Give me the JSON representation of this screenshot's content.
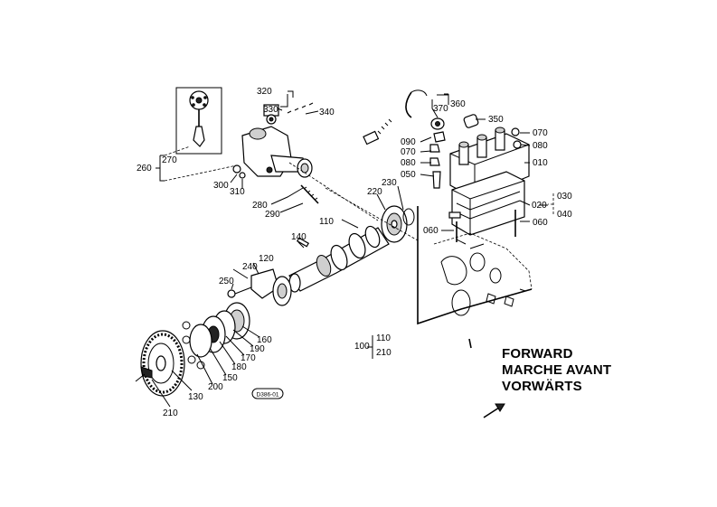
{
  "labels": {
    "p320": "320",
    "p330": "330",
    "p340": "340",
    "p360": "360",
    "p370": "370",
    "p350": "350",
    "p070a": "070",
    "p080a": "080",
    "p010": "010",
    "p090": "090",
    "p070b": "070",
    "p080b": "080",
    "p050": "050",
    "p020": "020",
    "p030": "030",
    "p040": "040",
    "p060a": "060",
    "p060b": "060",
    "p270": "270",
    "p260": "260",
    "p300": "300",
    "p310": "310",
    "p280": "280",
    "p290": "290",
    "p220": "220",
    "p230": "230",
    "p110": "110",
    "p140": "140",
    "p240": "240",
    "p120": "120",
    "p250": "250",
    "p160": "160",
    "p190": "190",
    "p170": "170",
    "p180": "180",
    "p150": "150",
    "p200": "200",
    "p130": "130",
    "p210": "210",
    "p100": "100",
    "p100_110": "110",
    "p100_210": "210",
    "code": "D386-01"
  },
  "forward": {
    "line1": "FORWARD",
    "line2": "MARCHE AVANT",
    "line3": "VORWÄRTS"
  }
}
